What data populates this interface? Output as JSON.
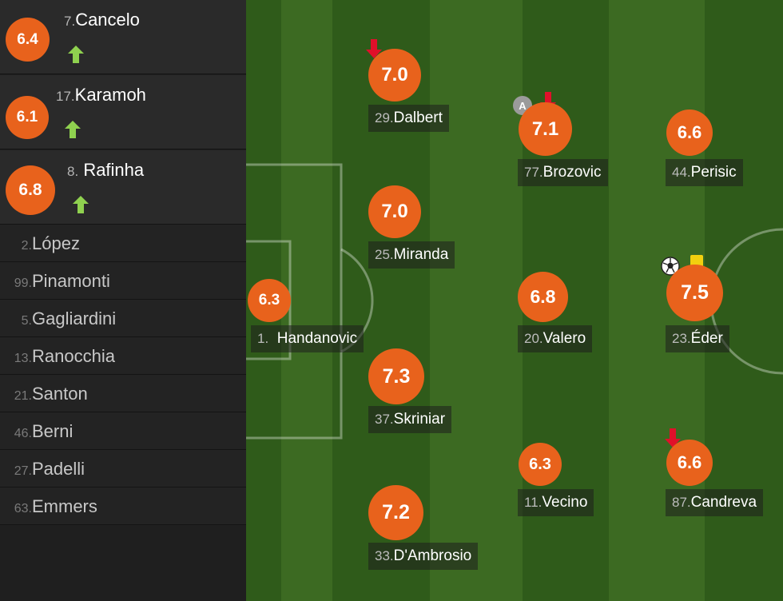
{
  "colors": {
    "rating": "#e8621c",
    "up_arrow": "#8fd14f",
    "down_arrow": "#e0102a",
    "yellow_card": "#f2d00f"
  },
  "substitutes_used": [
    {
      "number": "7.",
      "name": "Cancelo",
      "rating": "6.4",
      "icon": "sub-in-arrow-icon"
    },
    {
      "number": "17.",
      "name": "Karamoh",
      "rating": "6.1",
      "icon": "sub-in-arrow-icon"
    },
    {
      "number": "8.",
      "name": "Rafinha",
      "rating": "6.8",
      "icon": "sub-in-arrow-icon"
    }
  ],
  "bench": [
    {
      "number": "2.",
      "name": "López"
    },
    {
      "number": "99.",
      "name": "Pinamonti"
    },
    {
      "number": "5.",
      "name": "Gagliardini"
    },
    {
      "number": "13.",
      "name": "Ranocchia"
    },
    {
      "number": "21.",
      "name": "Santon"
    },
    {
      "number": "46.",
      "name": "Berni"
    },
    {
      "number": "27.",
      "name": "Padelli"
    },
    {
      "number": "63.",
      "name": "Emmers"
    }
  ],
  "lineup": [
    {
      "number": "1.",
      "name": "Handanovic",
      "rating": "6.3"
    },
    {
      "number": "29.",
      "name": "Dalbert",
      "rating": "7.0",
      "subbed_off": true
    },
    {
      "number": "25.",
      "name": "Miranda",
      "rating": "7.0"
    },
    {
      "number": "37.",
      "name": "Skriniar",
      "rating": "7.3"
    },
    {
      "number": "33.",
      "name": "D'Ambrosio",
      "rating": "7.2"
    },
    {
      "number": "77.",
      "name": "Brozovic",
      "rating": "7.1",
      "subbed_off": true,
      "captain": true,
      "captain_label": "A"
    },
    {
      "number": "20.",
      "name": "Valero",
      "rating": "6.8"
    },
    {
      "number": "11.",
      "name": "Vecino",
      "rating": "6.3"
    },
    {
      "number": "44.",
      "name": "Perisic",
      "rating": "6.6"
    },
    {
      "number": "23.",
      "name": "Éder",
      "rating": "7.5",
      "goal": true,
      "yellow_card": true
    },
    {
      "number": "87.",
      "name": "Candreva",
      "rating": "6.6",
      "subbed_off": true
    }
  ]
}
